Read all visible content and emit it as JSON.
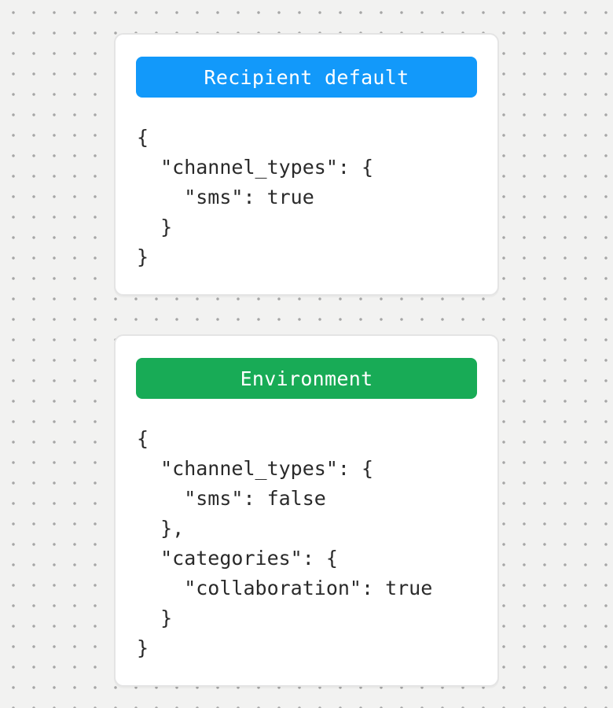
{
  "colors": {
    "page_background": "#f2f2f1",
    "dot_grid": "#a6a6a6",
    "card_background": "#ffffff",
    "card_border": "#e4e4e4",
    "code_text": "#2a2a2a",
    "header_text": "#ffffff",
    "recipient_default_blue": "#1299fa",
    "environment_green": "#18ab56"
  },
  "cards": [
    {
      "title": "Recipient default",
      "header_color": "#1299fa",
      "code_lines": [
        "{",
        "  \"channel_types\": {",
        "    \"sms\": true",
        "  }",
        "}"
      ]
    },
    {
      "title": "Environment",
      "header_color": "#18ab56",
      "code_lines": [
        "{",
        "  \"channel_types\": {",
        "    \"sms\": false",
        "  },",
        "  \"categories\": {",
        "    \"collaboration\": true",
        "  }",
        "}"
      ]
    }
  ]
}
